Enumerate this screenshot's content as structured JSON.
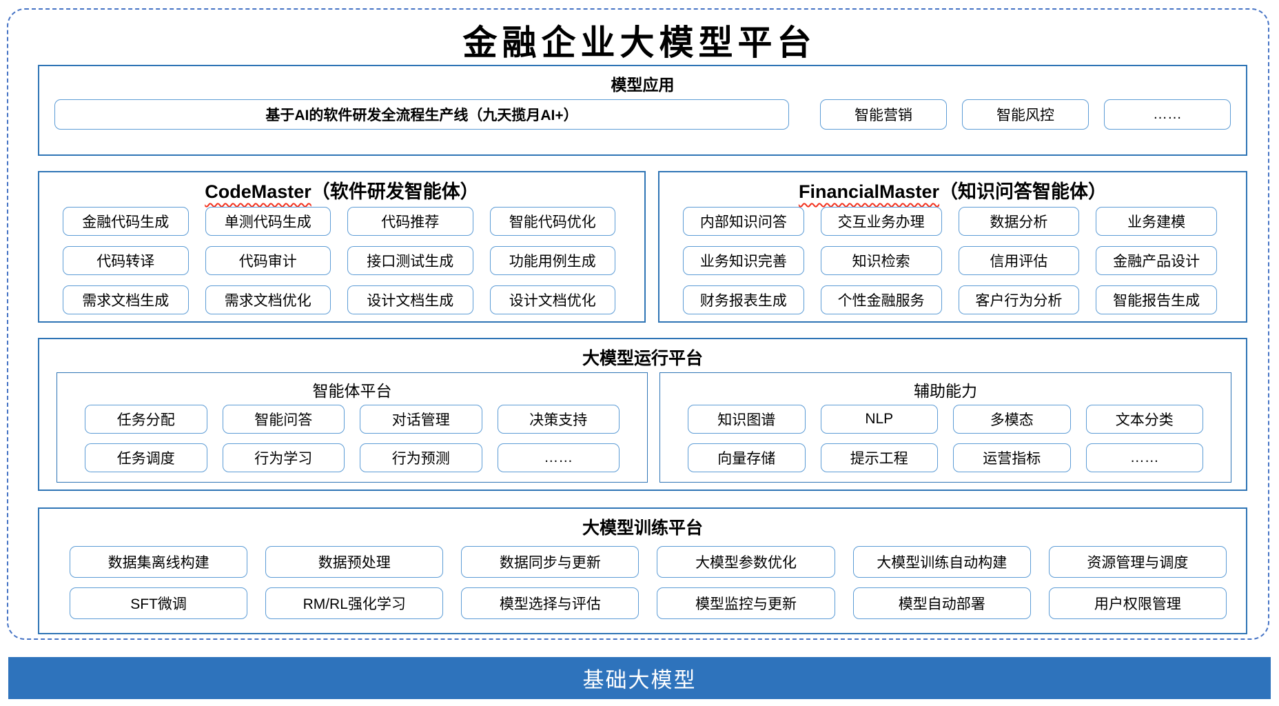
{
  "colors": {
    "dashed_border": "#4472C4",
    "section_border": "#2E74B5",
    "item_border": "#5B9BD5",
    "squiggle_red": "#F3321E",
    "bar_blue": "#2E73BC"
  },
  "page": {
    "title": "金融企业大模型平台"
  },
  "model_app": {
    "title": "模型应用",
    "pipeline": "基于AI的软件研发全流程生产线（九天揽月AI+）",
    "items": [
      "智能营销",
      "智能风控",
      "……"
    ]
  },
  "code_master": {
    "title_en": "CodeMaster",
    "title_cn": "（软件研发智能体）",
    "items": [
      "金融代码生成",
      "单测代码生成",
      "代码推荐",
      "智能代码优化",
      "代码转译",
      "代码审计",
      "接口测试生成",
      "功能用例生成",
      "需求文档生成",
      "需求文档优化",
      "设计文档生成",
      "设计文档优化"
    ]
  },
  "financial_master": {
    "title_en": "FinancialMaster",
    "title_cn": "（知识问答智能体）",
    "items": [
      "内部知识问答",
      "交互业务办理",
      "数据分析",
      "业务建模",
      "业务知识完善",
      "知识检索",
      "信用评估",
      "金融产品设计",
      "财务报表生成",
      "个性金融服务",
      "客户行为分析",
      "智能报告生成"
    ]
  },
  "runtime": {
    "title": "大模型运行平台",
    "agent_platform": {
      "title": "智能体平台",
      "items": [
        "任务分配",
        "智能问答",
        "对话管理",
        "决策支持",
        "任务调度",
        "行为学习",
        "行为预测",
        "……"
      ]
    },
    "aux": {
      "title": "辅助能力",
      "items": [
        "知识图谱",
        "NLP",
        "多模态",
        "文本分类",
        "向量存储",
        "提示工程",
        "运营指标",
        "……"
      ]
    }
  },
  "training": {
    "title": "大模型训练平台",
    "items": [
      "数据集离线构建",
      "数据预处理",
      "数据同步与更新",
      "大模型参数优化",
      "大模型训练自动构建",
      "资源管理与调度",
      "SFT微调",
      "RM/RL强化学习",
      "模型选择与评估",
      "模型监控与更新",
      "模型自动部署",
      "用户权限管理"
    ]
  },
  "base": {
    "title": "基础大模型"
  }
}
